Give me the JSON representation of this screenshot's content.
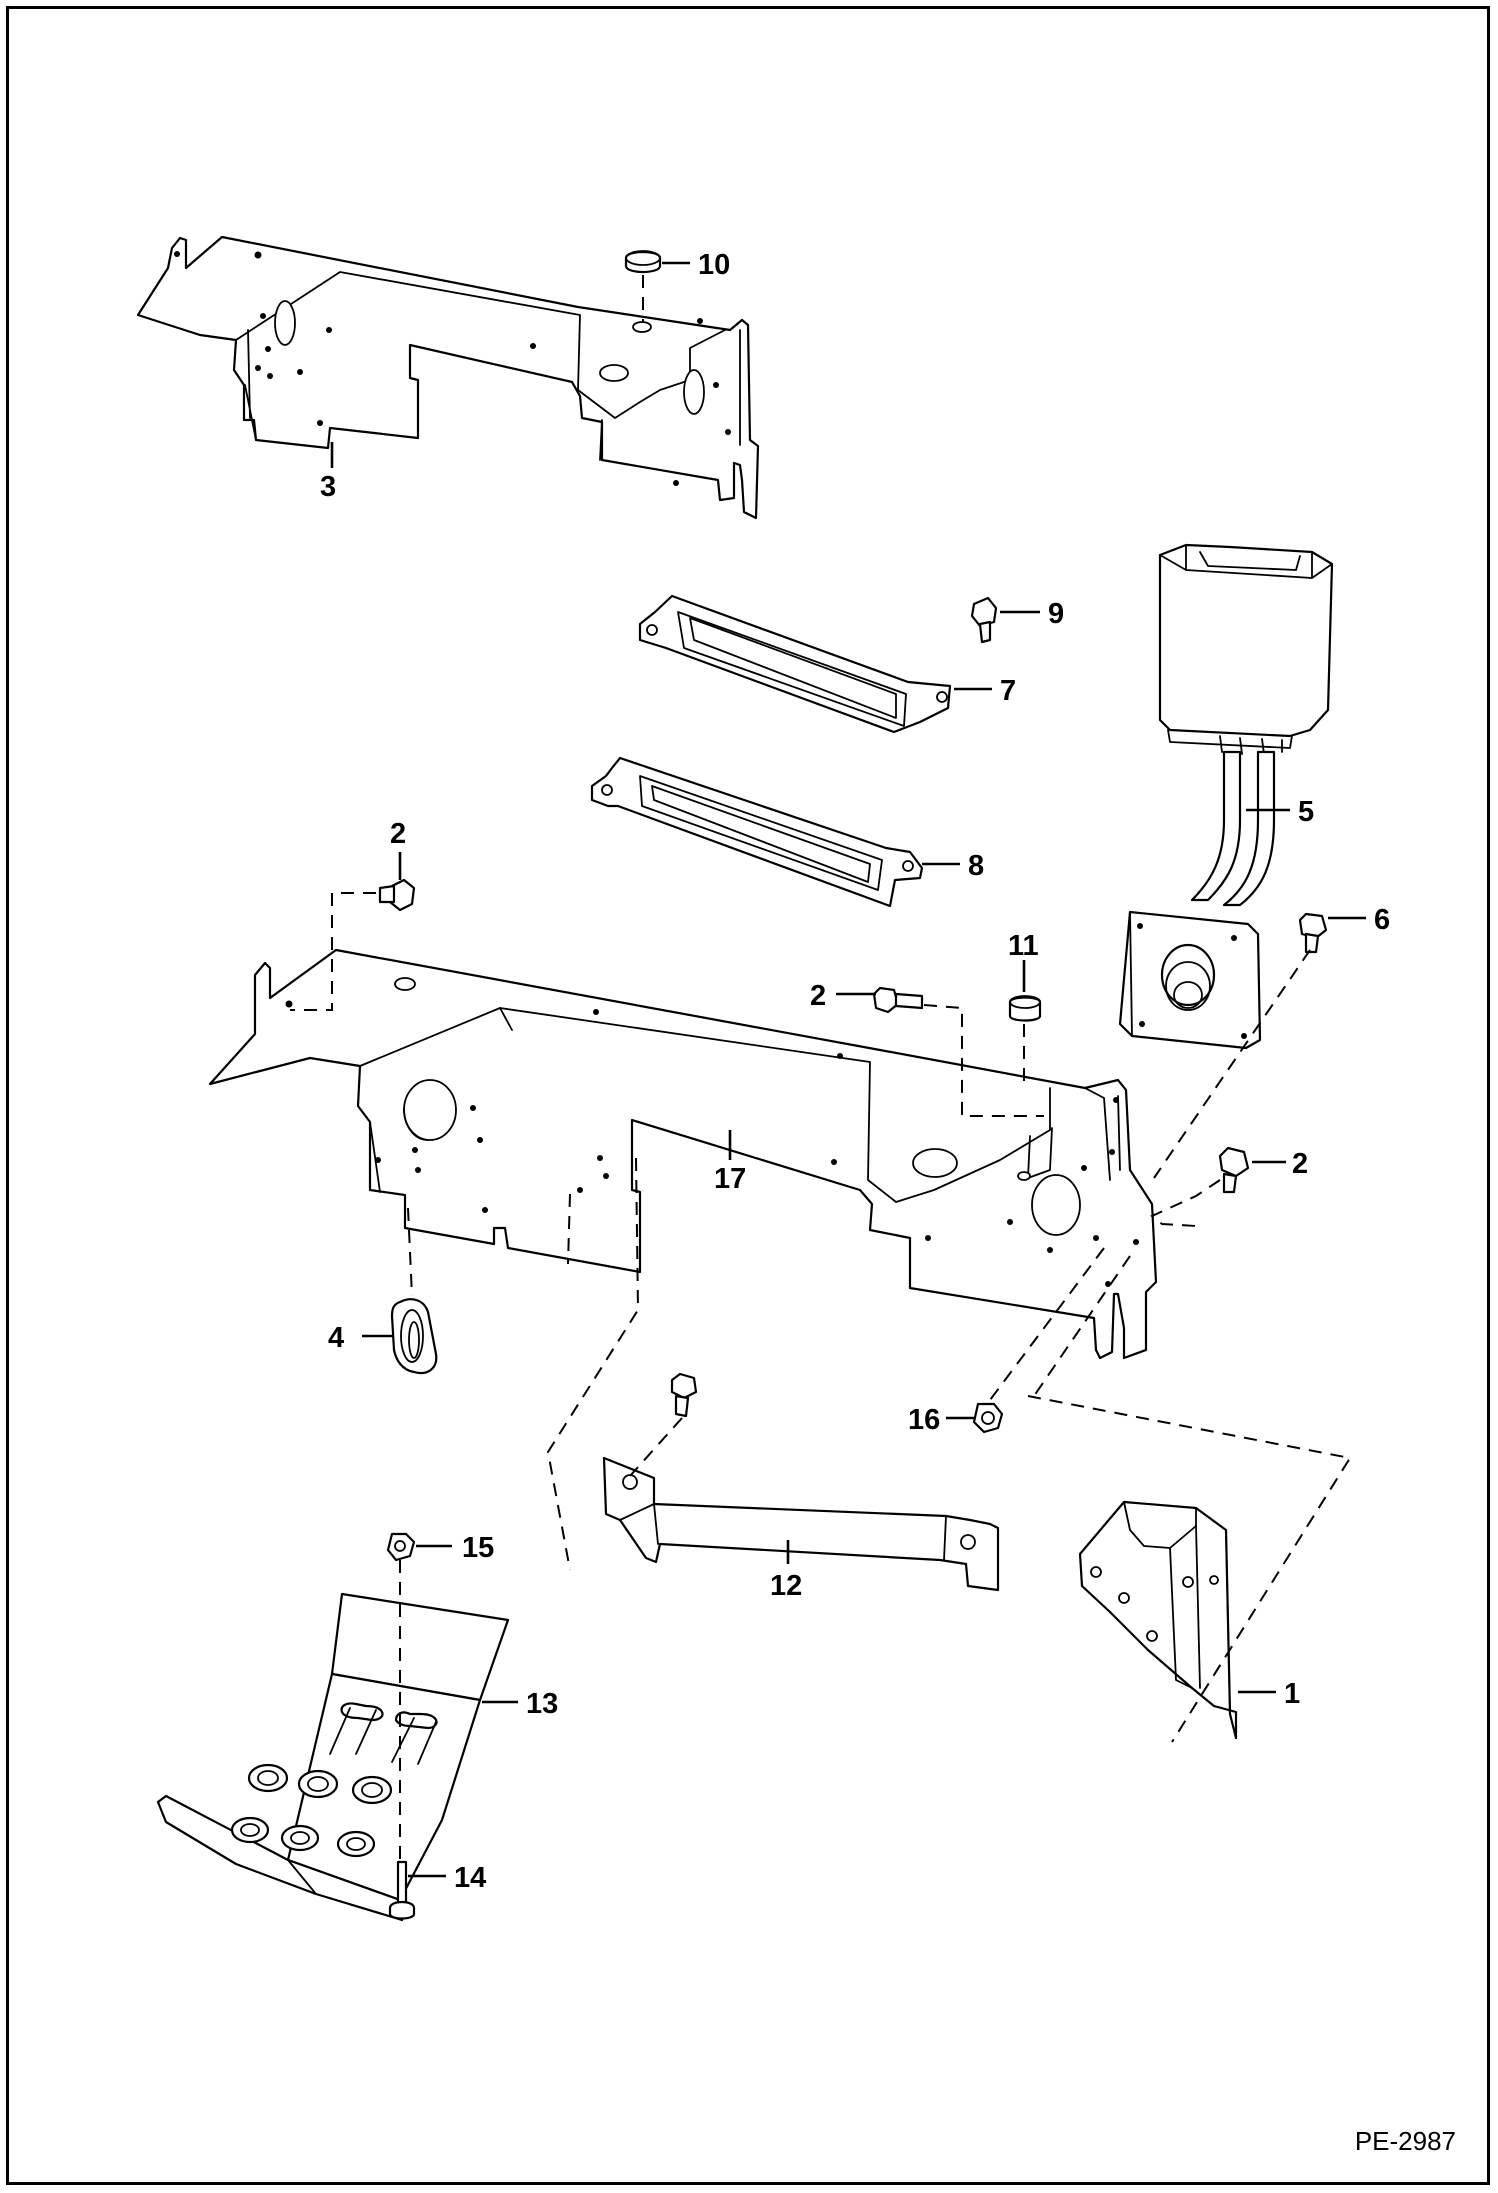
{
  "drawing_code": "PE-2987",
  "callouts": {
    "c1": "1",
    "c2a": "2",
    "c2b": "2",
    "c2c": "2",
    "c3": "3",
    "c4": "4",
    "c5": "5",
    "c6": "6",
    "c7": "7",
    "c8": "8",
    "c9": "9",
    "c10": "10",
    "c11": "11",
    "c12": "12",
    "c13": "13",
    "c14": "14",
    "c15": "15",
    "c16": "16",
    "c17": "17"
  }
}
